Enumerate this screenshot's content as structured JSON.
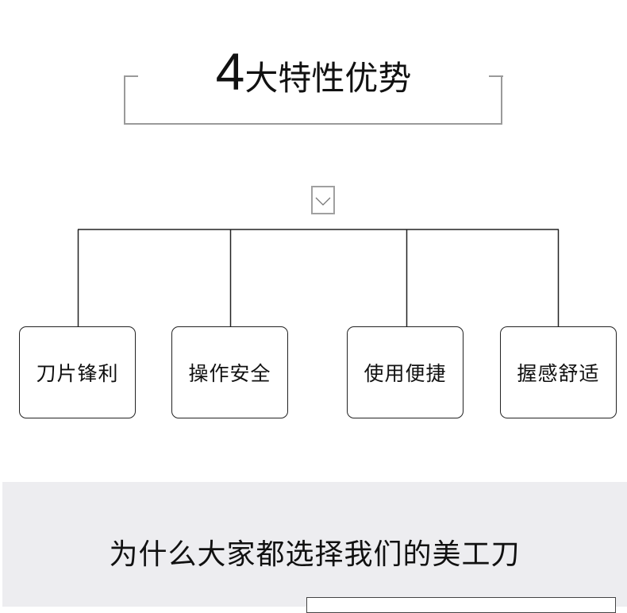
{
  "header": {
    "title_number": "4",
    "title_text": "大特性优势"
  },
  "expand_icon": "chevron-down-icon",
  "features": [
    {
      "label": "刀片锋利"
    },
    {
      "label": "操作安全"
    },
    {
      "label": "使用便捷"
    },
    {
      "label": "握感舒适"
    }
  ],
  "why_section": {
    "title": "为什么大家都选择我们的美工刀",
    "background": "#ededf0"
  },
  "colors": {
    "bracket_gray": "#9a9a9a",
    "line_dark": "#222222",
    "text": "#111111"
  }
}
